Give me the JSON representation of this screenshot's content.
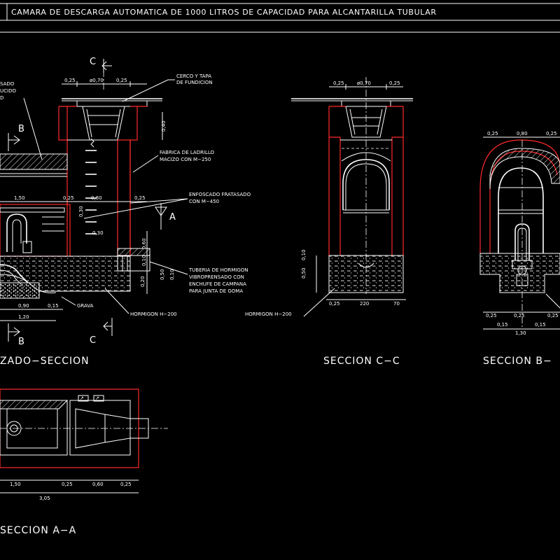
{
  "title": "CAMARA DE DESCARGA AUTOMATICA DE 1000 LITROS DE CAPACIDAD PARA ALCANTARILLA TUBULAR",
  "colors": {
    "background": "#000000",
    "line": "#ffffff",
    "masonry": "#ff2a2a",
    "accent": "#c2507a"
  },
  "section_titles": {
    "alzado": "ZADO−SECCION",
    "cc": "SECCION C−C",
    "bb": "SECCION B−",
    "aa": "SECCION A−A"
  },
  "section_marks": {
    "c": "C",
    "b": "B"
  },
  "section_marks_extra": {
    "a": "A"
  },
  "notes": {
    "cerco_1": "CERCO Y TAPA",
    "cerco_2": "DE FUNDICION",
    "fabrica_1": "FABRICA DE LADRILLO",
    "fabrica_2": "MACIZO CON M−250",
    "enfoscado_1": "ENFOSCADO FRATASADO",
    "enfoscado_2": "CON M−450",
    "tuberia_1": "TUBERIA DE HORMIGON",
    "tuberia_2": "VIBROPRENSADO CON",
    "tuberia_3": "ENCHUFE DE CAMPANA",
    "tuberia_4": "PARA JUNTA DE GOMA",
    "grava": "GRAVA",
    "hormigon_1": "HORMIGON H−200",
    "hormigon_2": "HORMIGON H−200",
    "left_1": "SADO",
    "left_2": "UCIDO",
    "left_3": "D"
  },
  "dims": {
    "a_025a": "0,25",
    "a_070": "ø0,70",
    "a_025b": "0,25",
    "a_040": "0,40",
    "a_150": "1,50",
    "a_025c": "0,25",
    "a_080": "0,80",
    "a_025d": "0,25",
    "a_030a": "0,30",
    "a_030b": "0,30",
    "a_060": "0,60",
    "a_010a": "0,10",
    "a_050": "0,50",
    "a_010b": "0,10",
    "a_020": "0,20",
    "a_090": "0,90",
    "a_015": "0,15",
    "a_120": "1,20",
    "c_025a": "0,25",
    "c_070": "ø0,70",
    "c_025b": "0,25",
    "c_050": "0,50",
    "c_010": "0,10",
    "c_025c": "0,25",
    "c_220": "220",
    "c_70": "70",
    "b_025a": "0,25",
    "b_080": "0,80",
    "b_025b": "0,25",
    "b_025c": "0,25",
    "b_025d": "0,25",
    "b_025e": "0,25",
    "b_015a": "0,15",
    "b_015b": "0,15",
    "b_130": "1,30",
    "p_150": "1,50",
    "p_025a": "0,25",
    "p_060": "0,60",
    "p_025b": "0,25",
    "p_305": "3,05"
  }
}
